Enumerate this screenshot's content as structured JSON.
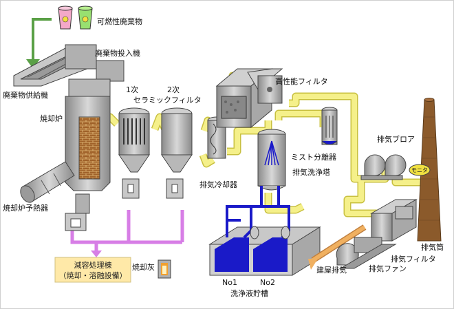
{
  "labels": {
    "combustible_waste": "可燃性廃棄物",
    "waste_feeder": "廃棄物投入機",
    "waste_supply": "廃棄物供給機",
    "incinerator": "焼却炉",
    "preheater": "焼却炉予熱器",
    "ceramic_filter_1": "1次",
    "ceramic_filter_2": "2次",
    "ceramic_filter": "セラミックフィルタ",
    "hepa_filter": "高性能フィルタ",
    "exhaust_cooler": "排気冷却器",
    "scrubber_tower": "排気洗浄塔",
    "mist_separator": "ミスト分離器",
    "exhaust_blower": "排気ブロア",
    "monitor": "モニタ",
    "stack": "排気筒",
    "exhaust_filter": "排気フィルタ",
    "exhaust_fan": "排気ファン",
    "building_exhaust": "建屋排気",
    "tank_no1": "No1",
    "tank_no2": "No2",
    "wash_liquid_tank": "洗浄液貯槽",
    "ash": "焼却灰",
    "volume_reduction_line1": "減容処理棟",
    "volume_reduction_line2": "（焼却・溶融設備）"
  },
  "colors": {
    "duct_yellow": "#f5f08a",
    "duct_outline": "#c8c040",
    "equipment_gray": "#b8b8b8",
    "equipment_dark": "#6a6a6a",
    "brick": "#a0622a",
    "scrubber_blue": "#1a1ac8",
    "ash_arrow": "#d77ee6",
    "stack_brown": "#8b5a2b",
    "monitor_yellow": "#f0e040",
    "ash_box": "#ffe9a8",
    "feed_arrow": "#5aa046",
    "building_pipe": "#f0b060"
  }
}
